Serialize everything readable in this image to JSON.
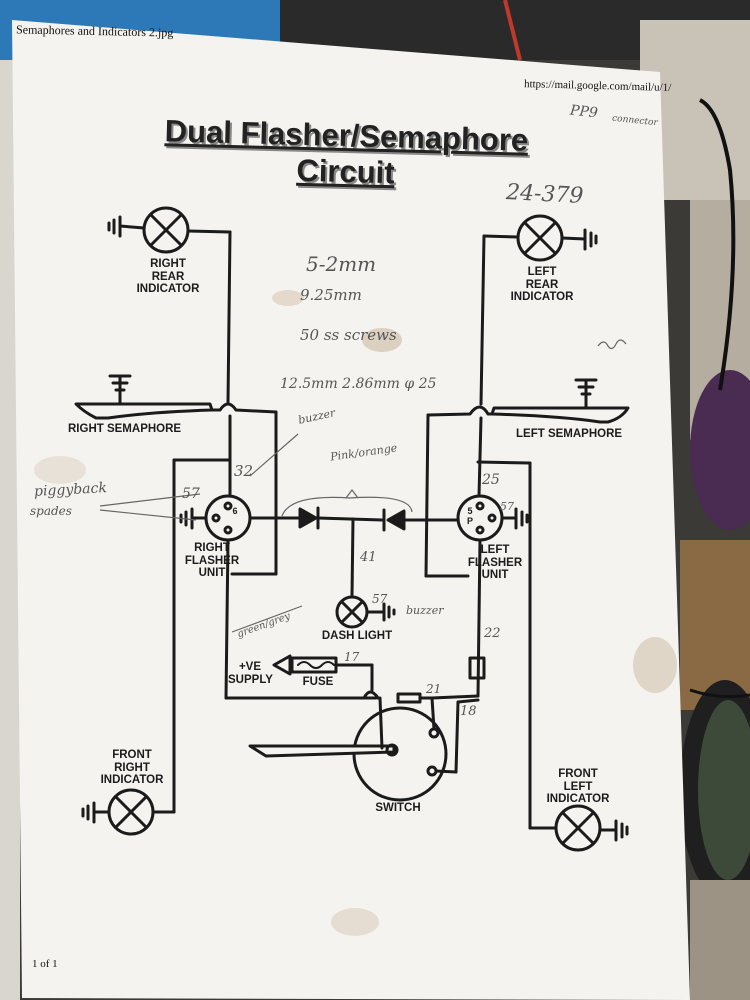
{
  "header": {
    "filename": "Semaphores and Indicators 2.jpg",
    "url": "https://mail.google.com/mail/u/1/",
    "page": "1 of 1"
  },
  "title": {
    "line1": "Dual Flasher/Semaphore",
    "line2": "Circuit"
  },
  "labels": {
    "right_rear_indicator": "RIGHT\nREAR\nINDICATOR",
    "left_rear_indicator": "LEFT\nREAR\nINDICATOR",
    "right_semaphore": "RIGHT SEMAPHORE",
    "left_semaphore": "LEFT SEMAPHORE",
    "right_flasher_unit": "RIGHT\nFLASHER\nUNIT",
    "left_flasher_unit": "LEFT\nFLASHER\nUNIT",
    "dash_light": "DASH LIGHT",
    "supply": "+VE\nSUPPLY",
    "fuse": "FUSE",
    "switch": "SWITCH",
    "front_right_indicator": "FRONT\nRIGHT\nINDICATOR",
    "front_left_indicator": "FRONT\nLEFT\nINDICATOR",
    "pin_6": "6",
    "pin_5": "5",
    "pin_p": "P"
  },
  "handwritten": {
    "pp9": "PP9",
    "connector": "connector",
    "code": "24-379",
    "size1": "5-2mm",
    "size2": "9.25mm",
    "screws": "50 ss screws",
    "spec": "12.5mm  2.86mm φ  25",
    "squiggle": "m",
    "buzzer_top": "buzzer",
    "pink_orange": "Pink/orange",
    "n32": "32",
    "n57_left": "57",
    "n57_right": "57",
    "n25": "25",
    "piggyback": "piggyback",
    "spades": "spades",
    "n41": "41",
    "n57_dash": "57",
    "buzzer_dash": "buzzer",
    "green_grey": "green/grey",
    "n22": "22",
    "n17": "17",
    "n21": "21",
    "n18": "18"
  },
  "colors": {
    "paper": "#f4f3ef",
    "ink": "#1b1b1b",
    "pencil": "#555555",
    "background": "#3b3a36"
  }
}
